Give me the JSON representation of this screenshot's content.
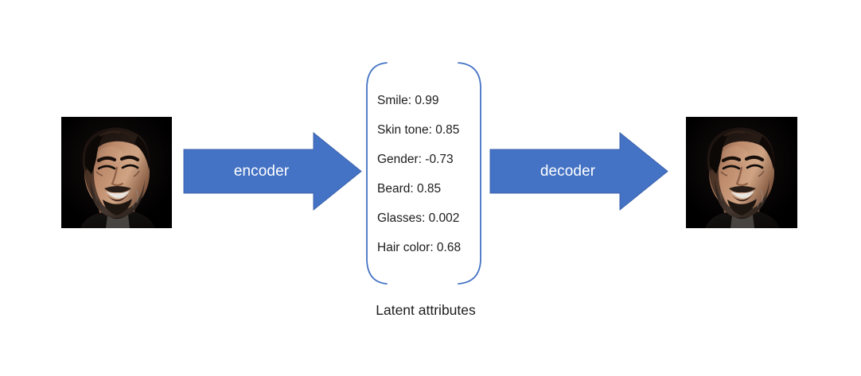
{
  "diagram": {
    "title": "autoencoder-latent-attributes",
    "colors": {
      "arrow_fill": "#4472c4",
      "arrow_stroke": "#3b63ad",
      "bracket_stroke": "#4472c4",
      "arrow_label_text": "#ffffff",
      "body_text": "#1c1c1c",
      "background": "#ffffff"
    },
    "input_image": {
      "alt": "portrait photo of a smiling bearded man on a black background"
    },
    "output_image": {
      "alt": "reconstructed portrait photo of a smiling bearded man on a black background"
    },
    "arrows": [
      {
        "id": "encoder",
        "label": "encoder",
        "direction": "right"
      },
      {
        "id": "decoder",
        "label": "decoder",
        "direction": "right"
      }
    ],
    "latent": {
      "caption": "Latent attributes",
      "attributes": [
        {
          "name": "Smile",
          "value": "0.99",
          "text": "Smile: 0.99"
        },
        {
          "name": "Skin tone",
          "value": "0.85",
          "text": "Skin tone: 0.85"
        },
        {
          "name": "Gender",
          "value": "-0.73",
          "text": "Gender: -0.73"
        },
        {
          "name": "Beard",
          "value": "0.85",
          "text": "Beard: 0.85"
        },
        {
          "name": "Glasses",
          "value": "0.002",
          "text": "Glasses: 0.002"
        },
        {
          "name": "Hair color",
          "value": "0.68",
          "text": "Hair color: 0.68"
        }
      ]
    }
  }
}
